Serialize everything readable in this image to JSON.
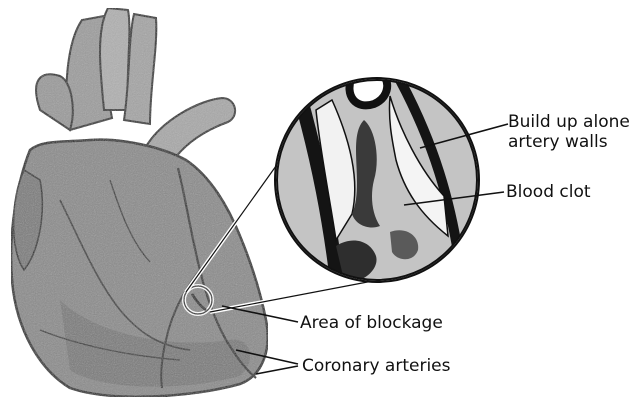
{
  "labels": {
    "buildup_line1": "Build up alone",
    "buildup_line2": "artery walls",
    "blood_clot": "Blood clot",
    "area_of_blockage": "Area of blockage",
    "coronary_arteries": "Coronary arteries"
  },
  "colors": {
    "ink": "#111111",
    "heart_tone": "#8a8a8a",
    "vessel_tone": "#a8a8a8",
    "magnifier_bg": "#c4c4c4",
    "plaque": "#f2f2f2",
    "clot": "#3a3a3a"
  }
}
